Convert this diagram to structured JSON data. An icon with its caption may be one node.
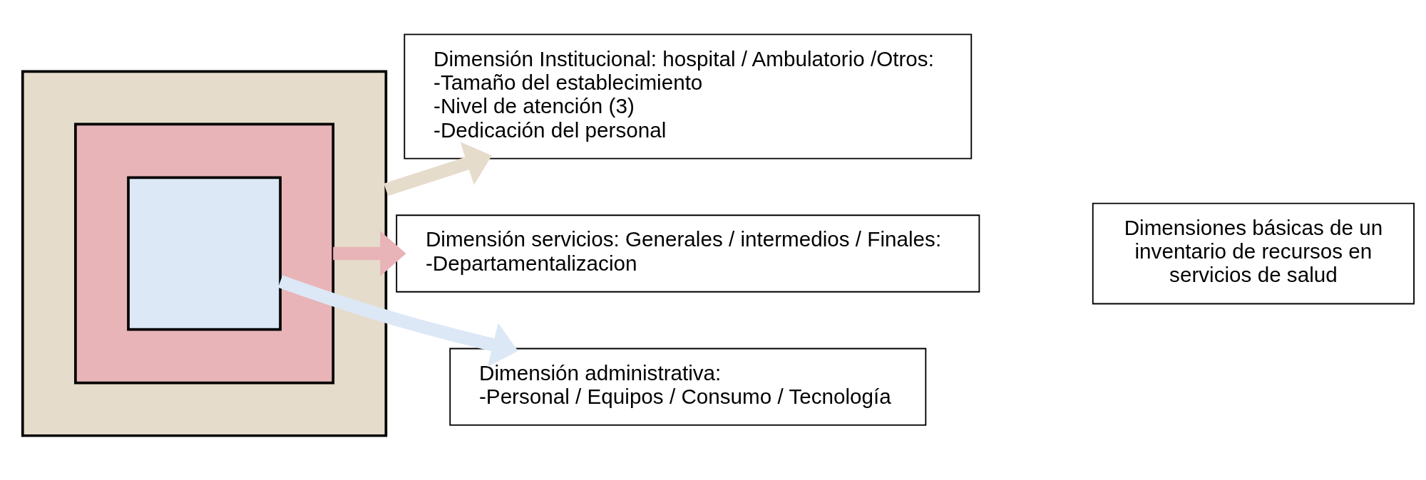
{
  "diagram": {
    "nodes": [
      {
        "text": [],
        "shape": "box"
      },
      {
        "text": [],
        "shape": "box",
        "in": 0
      },
      {
        "text": [],
        "shape": "box",
        "in": 1
      },
      {
        "text": [
          "Dimensión Institucional: hospital / Ambulatorio /Otros:",
          "-Tamaño del establecimiento",
          "-Nivel de atención (3)",
          "-Dedicación del personal"
        ]
      },
      {
        "text": [
          "Dimensión servicios: Generales / intermedios / Finales:",
          "-Departamentalizacion"
        ]
      },
      {
        "text": [
          "Dimensión administrativa:",
          "-Personal / Equipos / Consumo / Tecnología"
        ]
      },
      {
        "text": [
          "Dimensiones básicas de un inventario de recursos en servicios de salud"
        ]
      }
    ],
    "edges": [
      {
        "from": 0,
        "to": 3,
        "arrow": "to",
        "color": "#e6dccb"
      },
      {
        "from": 1,
        "to": 4,
        "arrow": "to",
        "color": "#e8b4b8"
      },
      {
        "from": 2,
        "to": 5,
        "arrow": "to",
        "color": "#dce8f5"
      }
    ]
  }
}
